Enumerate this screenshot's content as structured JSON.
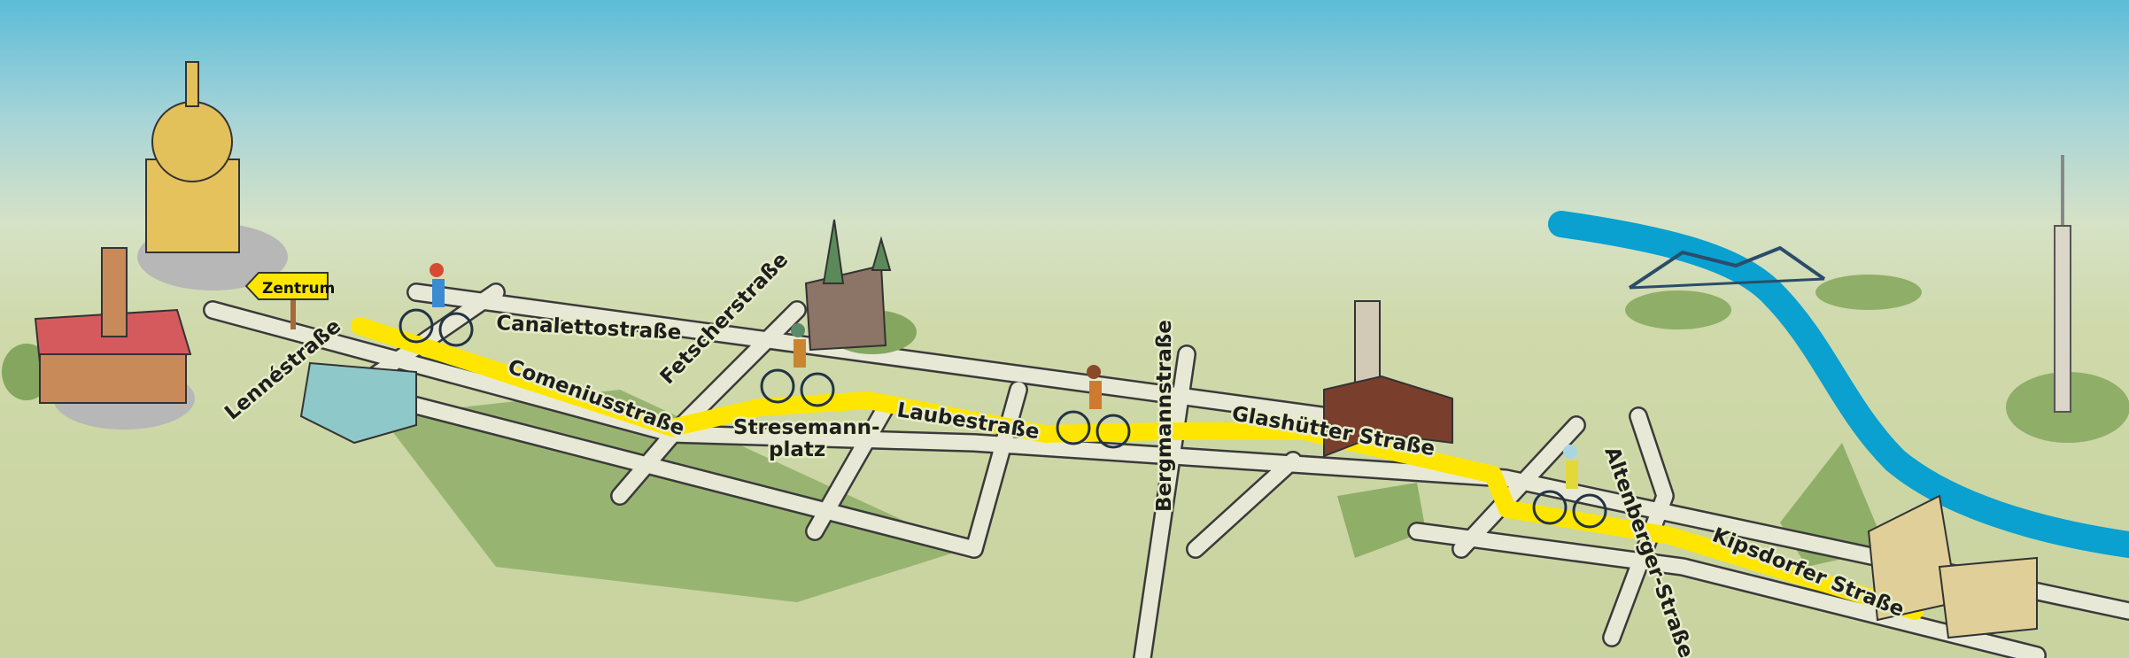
{
  "map": {
    "signpost": "Zentrum",
    "streets": {
      "lenne": "Lennéstraße",
      "canaletto": "Canalettostraße",
      "fetscher": "Fetscherstraße",
      "comenius": "Comeniusstraße",
      "stresemann_line1": "Stresemann-",
      "stresemann_line2": "platz",
      "laube": "Laubestraße",
      "bergmann": "Bergmannstraße",
      "glashuetter": "Glashütter Straße",
      "altenberger": "Altenberger-Straße",
      "kipsdorfer": "Kipsdorfer Straße"
    },
    "colors": {
      "route": "#ffe600",
      "river": "#0aa0cf",
      "grass": "#cbd5a4",
      "park": "#8fae68",
      "sky": "#5bbcd8"
    }
  }
}
